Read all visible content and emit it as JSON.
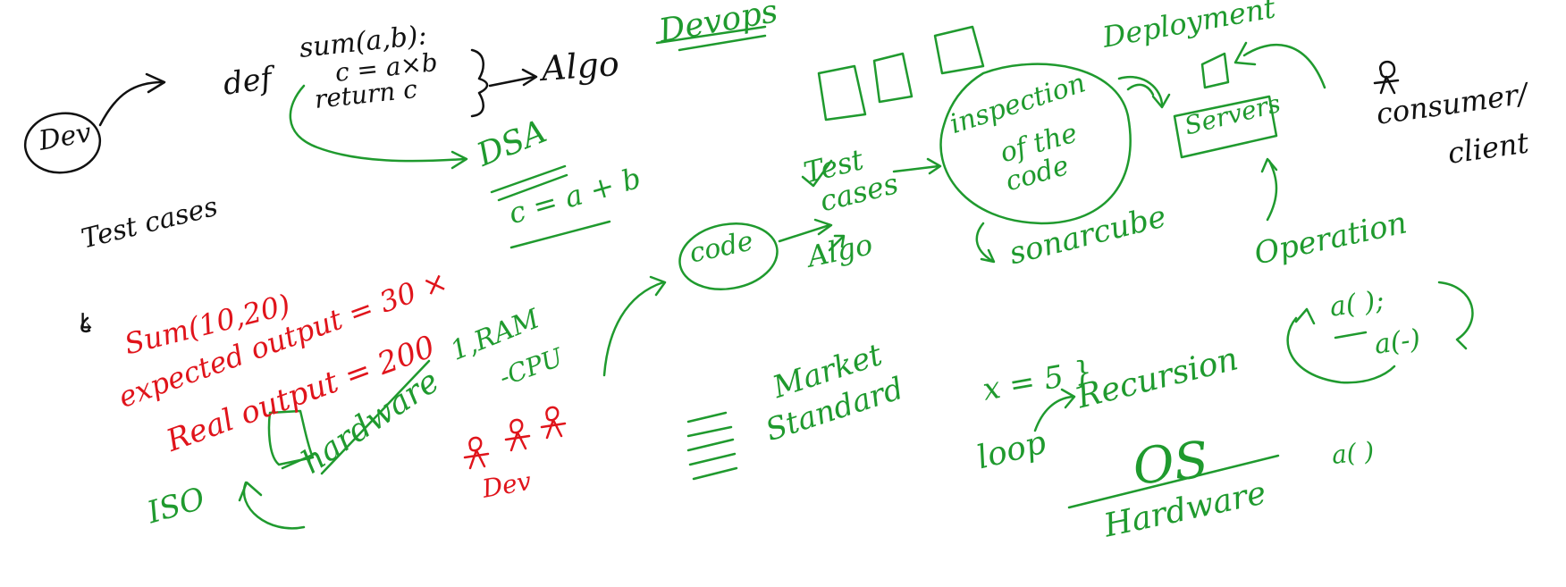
{
  "colors": {
    "black": "#111111",
    "green": "#1f9a2e",
    "red": "#e0141b"
  },
  "icons": [
    "person-icon",
    "server-box-icon",
    "stacked-lines-icon",
    "arrow-icon",
    "loop-arrow-icon"
  ],
  "black_notes": {
    "dev": "Dev",
    "def": "def",
    "sum_sig": "sum(a,b):",
    "c_eq": "c = a×b",
    "return_c": "return c",
    "algo": "Algo",
    "test_cases": "Test cases",
    "consumer": "consumer/",
    "client": "client"
  },
  "green_notes": {
    "devops": "Devops",
    "deployment": "Deployment",
    "dsa": "DSA",
    "c_eq_ab": "c = a + b",
    "test": "Test",
    "cases": "cases",
    "algo2": "Algo",
    "code": "code",
    "inspection": "inspection",
    "of_the": "of the",
    "code_word": "code",
    "sonarcube": "sonarcube",
    "servers": "Servers",
    "operation": "Operation",
    "ram": "1,RAM",
    "cpu": "-CPU",
    "hardware": "hardware",
    "iso": "ISO",
    "market": "Market",
    "standard": "Standard",
    "x_eq": "x = 5 }",
    "loop": "loop",
    "recursion": "Recursion",
    "os": "OS",
    "hardware2": "Hardware",
    "a_call1": "a( );",
    "a_call2": "a(-)",
    "a_call3": "a( )"
  },
  "red_notes": {
    "sum_call": "Sum(10,20)",
    "expected": "expected output = 30 ×",
    "real": "Real output = 200",
    "dev_red": "Dev"
  }
}
